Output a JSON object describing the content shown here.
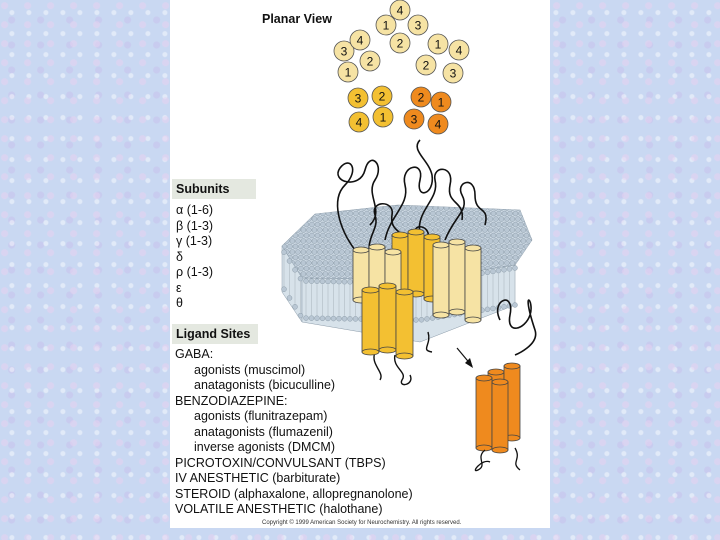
{
  "planar_view": {
    "title": "Planar View",
    "subunits": [
      {
        "labels": [
          "4",
          "1",
          "3",
          "2"
        ],
        "color": "#f6e3a4"
      },
      {
        "labels": [
          "3",
          "4",
          "1",
          "2"
        ],
        "color": "#f6e3a4"
      },
      {
        "labels": [
          "1",
          "4",
          "2",
          "3"
        ],
        "color": "#f6e3a4"
      },
      {
        "labels": [
          "3",
          "2",
          "4",
          "1"
        ],
        "color": "#f3c032"
      },
      {
        "labels": [
          "2",
          "1",
          "3",
          "4"
        ],
        "color": "#ef8a1e"
      }
    ]
  },
  "subunits_section": {
    "title": "Subunits",
    "items": [
      "α (1-6)",
      "β (1-3)",
      "γ (1-3)",
      "δ",
      "ρ (1-3)",
      "ε",
      "θ"
    ]
  },
  "ligand_section": {
    "title": "Ligand Sites",
    "lines": [
      {
        "text": "GABA:",
        "indent": false
      },
      {
        "text": "agonists (muscimol)",
        "indent": true
      },
      {
        "text": "anatagonists (bicuculline)",
        "indent": true
      },
      {
        "text": "BENZODIAZEPINE:",
        "indent": false
      },
      {
        "text": "agonists (flunitrazepam)",
        "indent": true
      },
      {
        "text": "anatagonists (flumazenil)",
        "indent": true
      },
      {
        "text": "inverse agonists (DMCM)",
        "indent": true
      },
      {
        "text": "PICROTOXIN/CONVULSANT (TBPS)",
        "indent": false
      },
      {
        "text": "IV ANESTHETIC (barbiturate)",
        "indent": false
      },
      {
        "text": "STEROID (alphaxalone, allopregnanolone)",
        "indent": false
      },
      {
        "text": "VOLATILE ANESTHETIC (halothane)",
        "indent": false
      }
    ]
  },
  "copyright": "Copyright © 1999 American Society for Neurochemistry. All rights reserved.",
  "colors": {
    "pale_helix": "#f6e3a4",
    "mid_helix": "#f3c032",
    "orange_helix": "#ef8a1e",
    "membrane": "#b9c7d4"
  }
}
